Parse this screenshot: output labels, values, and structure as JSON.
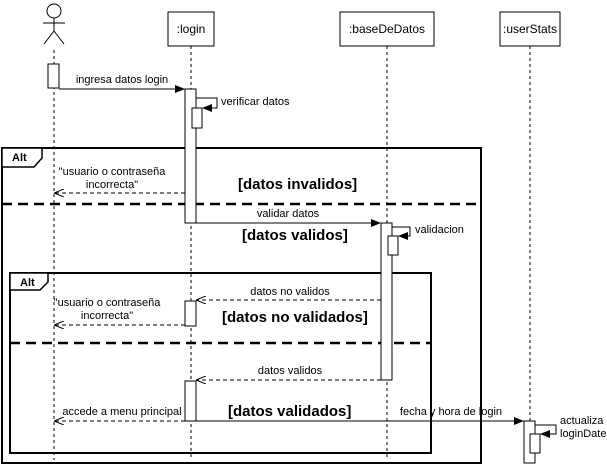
{
  "participants": {
    "actor": "",
    "login": ":login",
    "db": ":baseDeDatos",
    "stats": ":userStats"
  },
  "fragments": {
    "outer_op": "Alt",
    "outer_guard_1": "[datos invalidos]",
    "outer_guard_2": "[datos validos]",
    "inner_op": "Alt",
    "inner_guard_1": "[datos no validados]",
    "inner_guard_2": "[datos validados]"
  },
  "messages": {
    "m1": "ingresa datos login",
    "m2": "verificar datos",
    "m3_line1": "\"usuario o contraseña",
    "m3_line2": "incorrecta\"",
    "m4": "validar datos",
    "m5": "validacion",
    "m6": "datos no validos",
    "m7_line1": "\"usuario o contraseña",
    "m7_line2": "incorrecta\"",
    "m8": "datos validos",
    "m9": "accede a menu principal",
    "m10": "fecha y hora de login",
    "m11_line1": "actualiza",
    "m11_line2": "loginDate"
  }
}
